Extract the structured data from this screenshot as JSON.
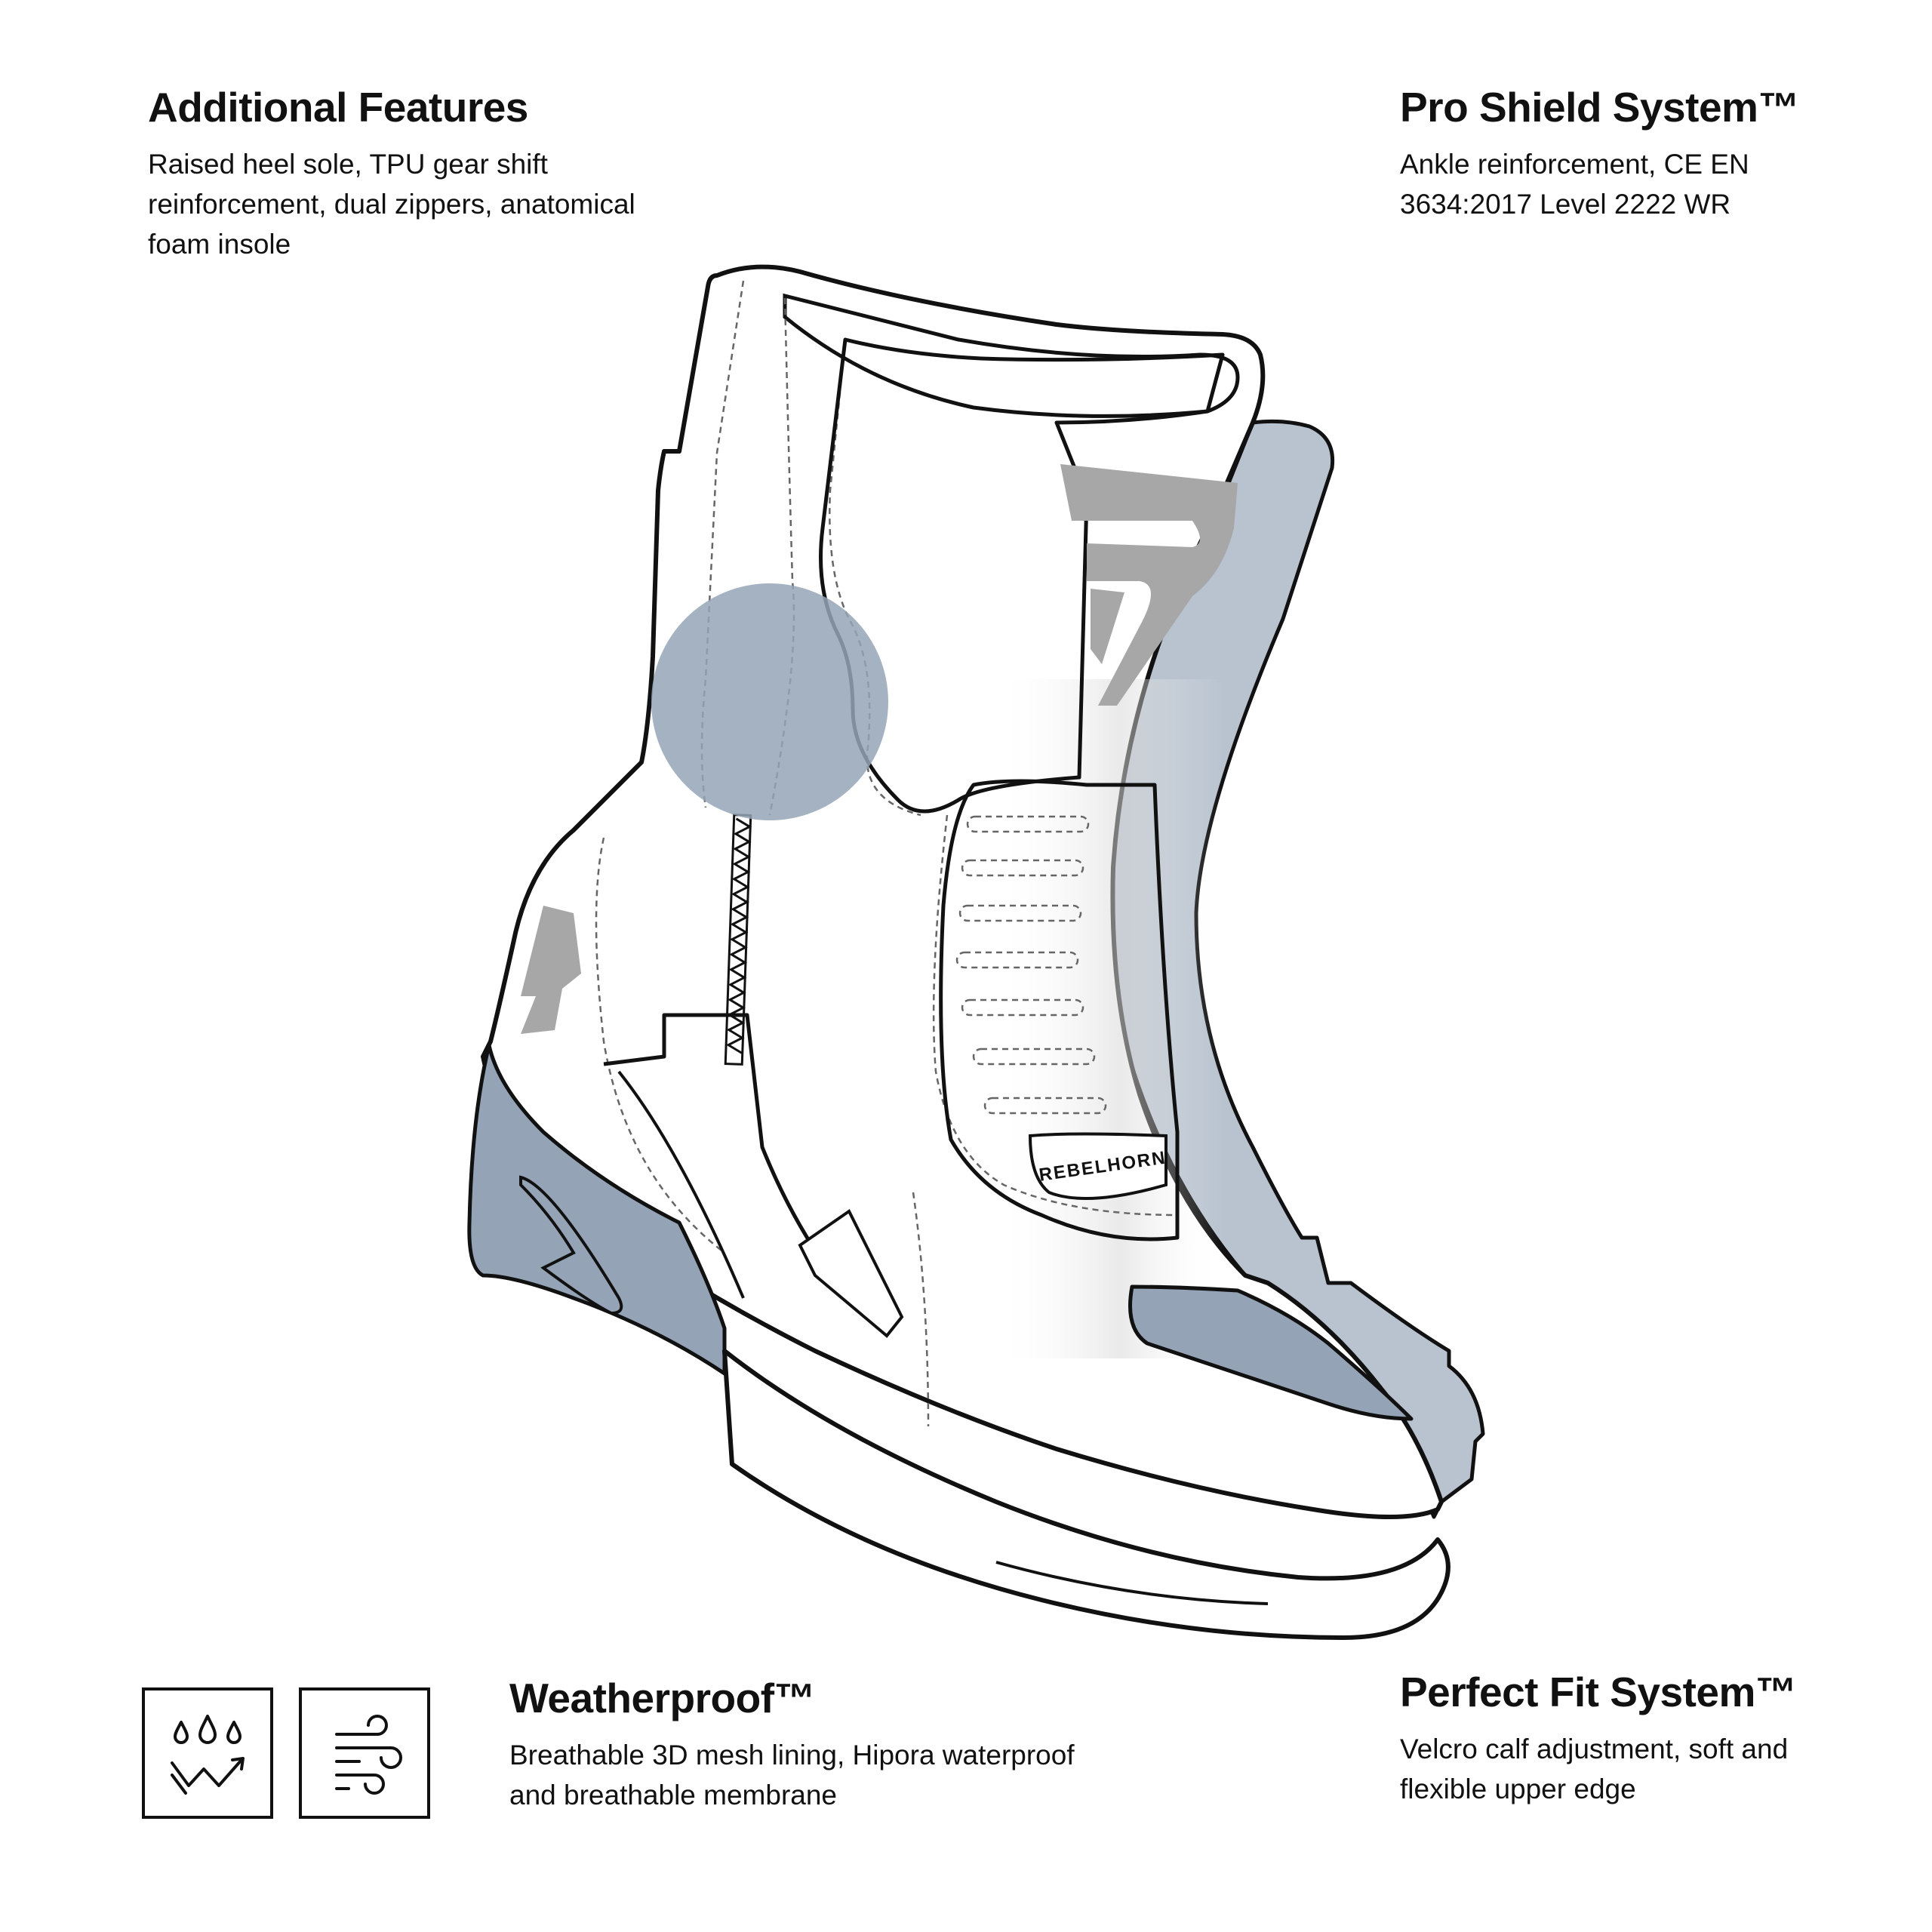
{
  "features": {
    "additional": {
      "title": "Additional Features",
      "description": "Raised heel sole, TPU gear shift reinforcement, dual zippers, anatomical foam insole"
    },
    "pro_shield": {
      "title": "Pro Shield System™",
      "description": "Ankle reinforcement, CE EN 3634:2017 Level 2222 WR"
    },
    "weatherproof": {
      "title": "Weatherproof™",
      "description": "Breathable 3D mesh lining, Hipora waterproof and breathable membrane"
    },
    "perfect_fit": {
      "title": "Perfect Fit System™",
      "description": "Velcro calf adjustment, soft and flexible upper edge"
    }
  },
  "icons": {
    "waterproof": "waterproof-drops-icon",
    "breathable": "wind-airflow-icon"
  },
  "boot": {
    "brand_label": "REBELHORN"
  },
  "colors": {
    "highlight_dark": "#94a4b6",
    "highlight_light": "#b8c3cf",
    "logo_grey": "#a7a7a7",
    "outline": "#111111"
  }
}
